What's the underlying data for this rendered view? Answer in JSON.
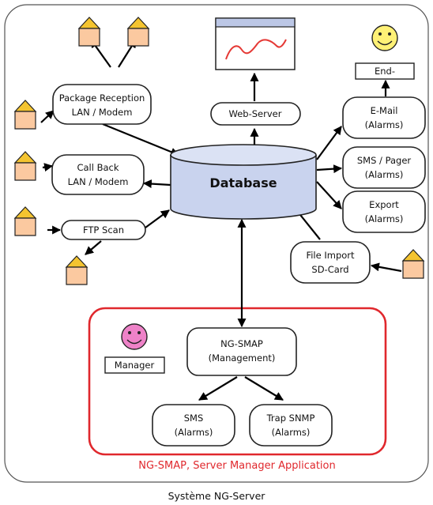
{
  "diagram": {
    "nodes": {
      "package_reception": [
        "Package Reception",
        "LAN / Modem"
      ],
      "call_back": [
        "Call Back",
        "LAN / Modem"
      ],
      "ftp_scan": [
        "FTP Scan"
      ],
      "web_server": [
        "Web-Server"
      ],
      "database": [
        "Database"
      ],
      "email": [
        "E-Mail",
        "(Alarms)"
      ],
      "sms_pager": [
        "SMS / Pager",
        "(Alarms)"
      ],
      "export": [
        "Export",
        "(Alarms)"
      ],
      "file_import": [
        "File Import",
        "SD-Card"
      ],
      "end_user": [
        "End-"
      ],
      "manager": [
        "Manager"
      ],
      "ngsmap": [
        "NG-SMAP",
        "(Management)"
      ],
      "sms": [
        "SMS",
        "(Alarms)"
      ],
      "trap_snmp": [
        "Trap SNMP",
        "(Alarms)"
      ]
    },
    "group_label": "NG-SMAP, Server Manager Application",
    "caption": "Système NG-Server"
  },
  "colors": {
    "house_body": "#fbc9a0",
    "house_roof": "#f4c430",
    "database_fill": "#c9d3ee",
    "frame_red": "#e0282d",
    "smiley_yellow": "#fff176",
    "smiley_pink": "#ee82c8",
    "chart_line": "#e53935"
  },
  "icons": [
    "house-icon",
    "smiley-icon",
    "web-chart-icon",
    "database-cylinder"
  ]
}
